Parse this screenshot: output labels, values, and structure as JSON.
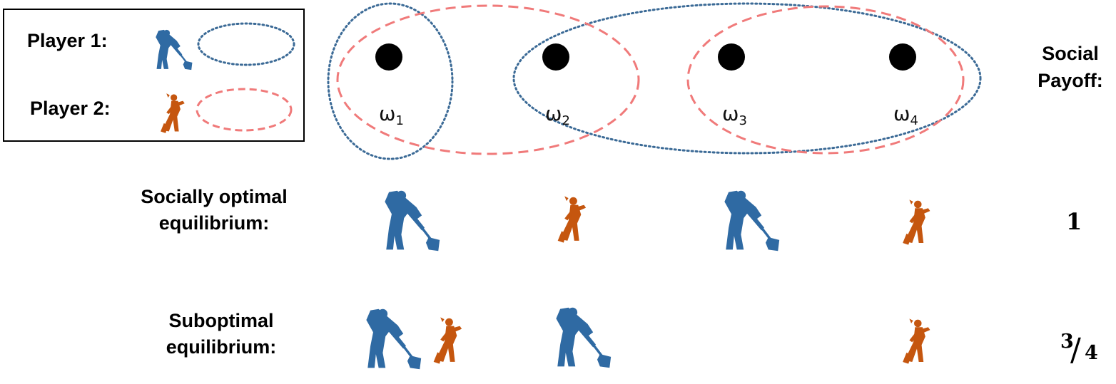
{
  "legend": {
    "player1": "Player 1:",
    "player2": "Player 2:",
    "player1_color": "#2f6aa3",
    "player2_color": "#c5560f",
    "player1_set_style": "dotted-blue-ellipse",
    "player2_set_style": "dashed-red-ellipse"
  },
  "states": [
    {
      "symbol": "ω",
      "index": "1"
    },
    {
      "symbol": "ω",
      "index": "2"
    },
    {
      "symbol": "ω",
      "index": "3"
    },
    {
      "symbol": "ω",
      "index": "4"
    }
  ],
  "payoff_header": {
    "line1": "Social",
    "line2": "Payoff:"
  },
  "rows": [
    {
      "label_line1": "Socially optimal",
      "label_line2": "equilibrium:",
      "payoff": "1"
    },
    {
      "label_line1": "Suboptimal",
      "label_line2": "equilibrium:",
      "payoff_num": "3",
      "payoff_slash": "/",
      "payoff_den": "4"
    }
  ],
  "colors": {
    "blue_dotted": "#3b6a96",
    "red_dashed": "#f07a7a",
    "dot": "#000000"
  }
}
